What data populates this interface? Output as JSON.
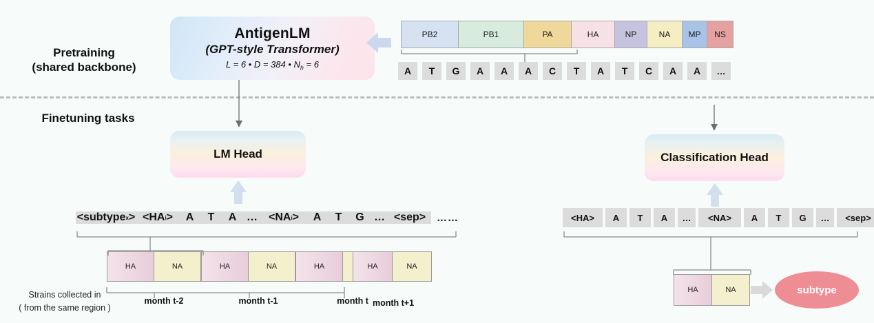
{
  "sections": {
    "pretraining_line1": "Pretraining",
    "pretraining_line2": "(shared backbone)",
    "finetuning": "Finetuning tasks"
  },
  "backbone": {
    "title": "AntigenLM",
    "subtitle": "(GPT-style Transformer)",
    "hparams_prefix": "L = 6 • D = 384 • N",
    "hparams_sub": "h",
    "hparams_suffix": " = 6"
  },
  "heads": {
    "lm": "LM Head",
    "classification": "Classification Head"
  },
  "genome": {
    "segments": [
      {
        "label": "PB2",
        "color": "#d6e2f2",
        "width": 84
      },
      {
        "label": "PB1",
        "color": "#d8ecdd",
        "width": 96
      },
      {
        "label": "PA",
        "color": "#f0d79a",
        "width": 70
      },
      {
        "label": "HA",
        "color": "#f6e2e6",
        "width": 64
      },
      {
        "label": "NP",
        "color": "#c6c3e0",
        "width": 48
      },
      {
        "label": "NA",
        "color": "#f4eec2",
        "width": 52
      },
      {
        "label": "MP",
        "color": "#a9c3e8",
        "width": 37
      },
      {
        "label": "NS",
        "color": "#e5a0a0",
        "width": 39
      }
    ]
  },
  "pretrain_sequence": {
    "tokens": [
      "A",
      "T",
      "G",
      "A",
      "A",
      "A",
      "C",
      "T",
      "A",
      "T",
      "C",
      "A",
      "A"
    ],
    "ellipsis": "…"
  },
  "lm_sequence": {
    "tokens": [
      {
        "text": "<subtype",
        "sub": "x",
        "tail": ">",
        "width": 88
      },
      {
        "text": "<HA",
        "sub": "i",
        "tail": ">",
        "width": 62
      },
      {
        "text": "A",
        "width": 31
      },
      {
        "text": "T",
        "width": 31
      },
      {
        "text": "A",
        "width": 31
      },
      {
        "text": "…",
        "width": 26
      },
      {
        "text": "<NA",
        "sub": "i",
        "tail": ">",
        "width": 66
      },
      {
        "text": "A",
        "width": 31
      },
      {
        "text": "T",
        "width": 31
      },
      {
        "text": "G",
        "width": 31
      },
      {
        "text": "…",
        "width": 26
      },
      {
        "text": "<sep>",
        "width": 62
      }
    ],
    "trailing_ellipsis": "……"
  },
  "cls_sequence": {
    "tokens": [
      {
        "text": "<HA>",
        "width": 58
      },
      {
        "text": "A",
        "width": 31
      },
      {
        "text": "T",
        "width": 31
      },
      {
        "text": "A",
        "width": 31
      },
      {
        "text": "…",
        "width": 26
      },
      {
        "text": "<NA>",
        "width": 62
      },
      {
        "text": "A",
        "width": 31
      },
      {
        "text": "T",
        "width": 31
      },
      {
        "text": "G",
        "width": 31
      },
      {
        "text": "…",
        "width": 26
      },
      {
        "text": "<sep>",
        "width": 62
      }
    ]
  },
  "strain_blocks": {
    "ha_label": "HA",
    "na_label": "NA",
    "months": [
      "month t-2",
      "month t-1",
      "month t"
    ],
    "prediction_month": "month t+1"
  },
  "caption": {
    "line1": "Strains collected in",
    "line2": "( from the same region )"
  },
  "classification_output": {
    "label": "subtype"
  }
}
